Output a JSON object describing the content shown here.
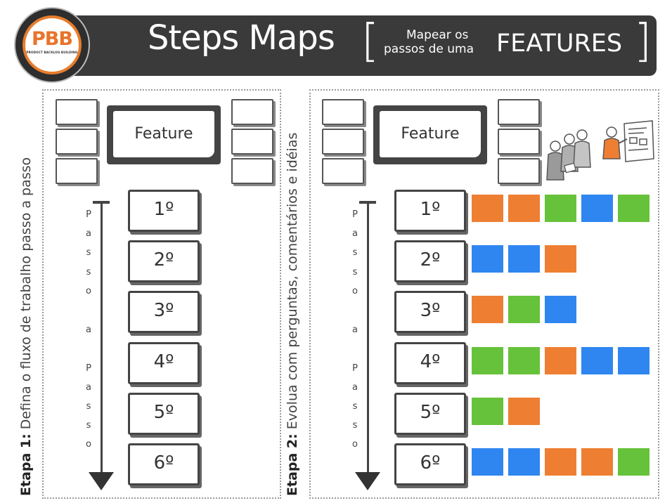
{
  "header": {
    "logo_text": "PBB",
    "logo_subtitle": "PRODUCT BACKLOG BUILDING",
    "title": "Steps Maps",
    "bracket_open": "[",
    "bracket_close": "]",
    "subtitle_line1": "Mapear os",
    "subtitle_line2": "passos de uma",
    "subtitle_emphasis": "FEATURES"
  },
  "panel1": {
    "stage_label": "Etapa 1:",
    "stage_text": "Defina o fluxo de trabalho passo a passo",
    "feature_label": "Feature",
    "axis_letters": [
      "P",
      "a",
      "s",
      "s",
      "o",
      "a",
      "P",
      "a",
      "s",
      "s",
      "o"
    ],
    "steps": [
      "1º",
      "2º",
      "3º",
      "4º",
      "5º",
      "6º"
    ]
  },
  "panel2": {
    "stage_label": "Etapa 2:",
    "stage_text": "Evolua com perguntas, comentários e idéias",
    "feature_label": "Feature",
    "axis_letters": [
      "P",
      "a",
      "s",
      "s",
      "o",
      "a",
      "P",
      "a",
      "s",
      "s",
      "o"
    ],
    "steps": [
      "1º",
      "2º",
      "3º",
      "4º",
      "5º",
      "6º"
    ],
    "rows": [
      [
        "orange",
        "orange",
        "green",
        "blue",
        "green"
      ],
      [
        "blue",
        "blue",
        "orange"
      ],
      [
        "orange",
        "green",
        "blue"
      ],
      [
        "green",
        "green",
        "orange",
        "blue",
        "blue"
      ],
      [
        "green",
        "orange"
      ],
      [
        "blue",
        "blue",
        "orange",
        "orange",
        "green"
      ]
    ]
  },
  "colors": {
    "orange": "#ee7f32",
    "green": "#66c23b",
    "blue": "#2f86f0",
    "header_bg": "#3a3a3a",
    "logo_accent": "#e8742a"
  }
}
